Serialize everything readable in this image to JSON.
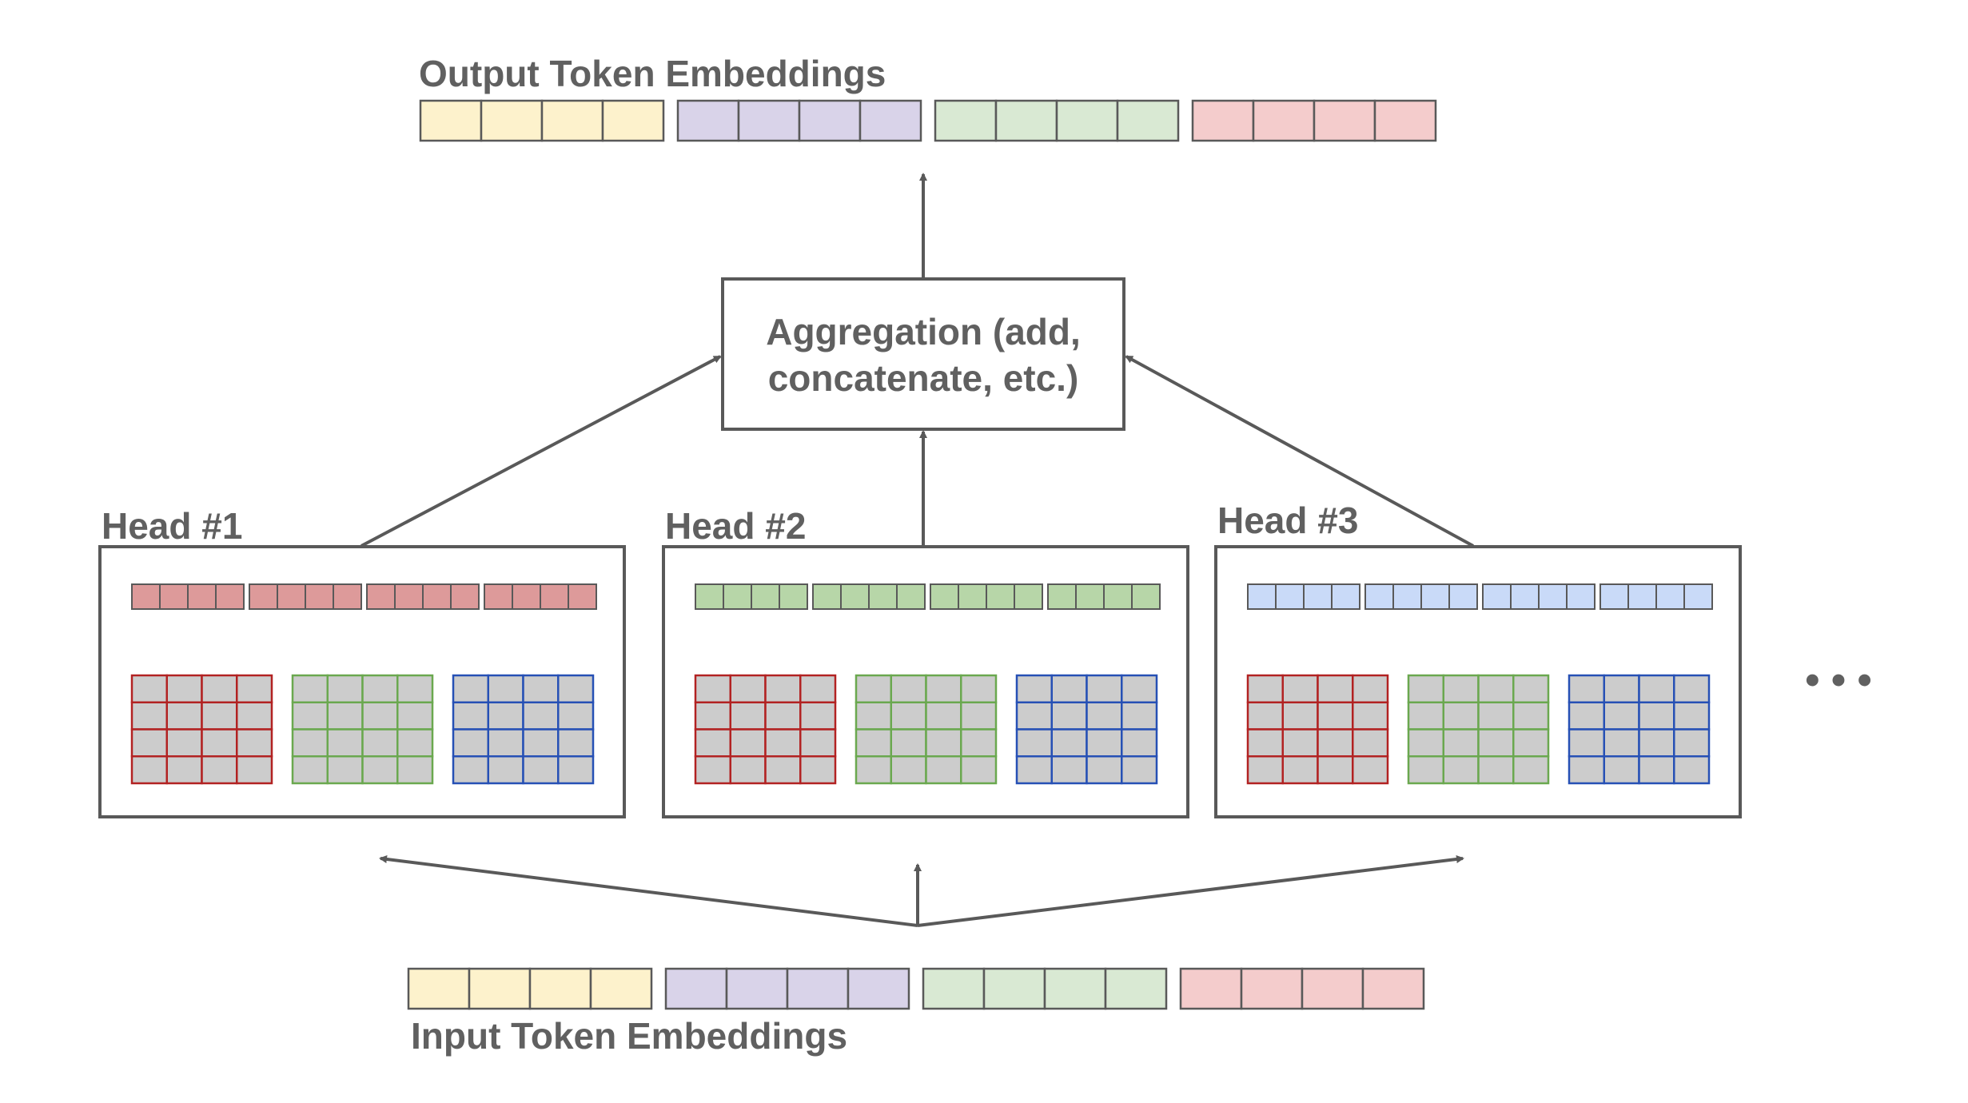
{
  "labels": {
    "output_title": "Output Token Embeddings",
    "input_title": "Input Token Embeddings",
    "aggregation_line1": "Aggregation (add,",
    "aggregation_line2": "concatenate, etc.)",
    "ellipsis": "• • •"
  },
  "heads": [
    {
      "label": "Head #1",
      "vector_color": "#dd9a9a"
    },
    {
      "label": "Head #2",
      "vector_color": "#b7d6a8"
    },
    {
      "label": "Head #3",
      "vector_color": "#c9daf8"
    }
  ],
  "embedding_colors": [
    "#fdf2cc",
    "#d9d3e9",
    "#d9e9d3",
    "#f4cccc"
  ],
  "matrix_border_colors": [
    "#b22222",
    "#6aa84f",
    "#2650b5"
  ],
  "matrix_fill_color": "#cccccc",
  "stroke_color": "#595959",
  "token_count": 4,
  "cells_per_token": 4,
  "matrix_rows": 4,
  "matrix_cols": 4
}
